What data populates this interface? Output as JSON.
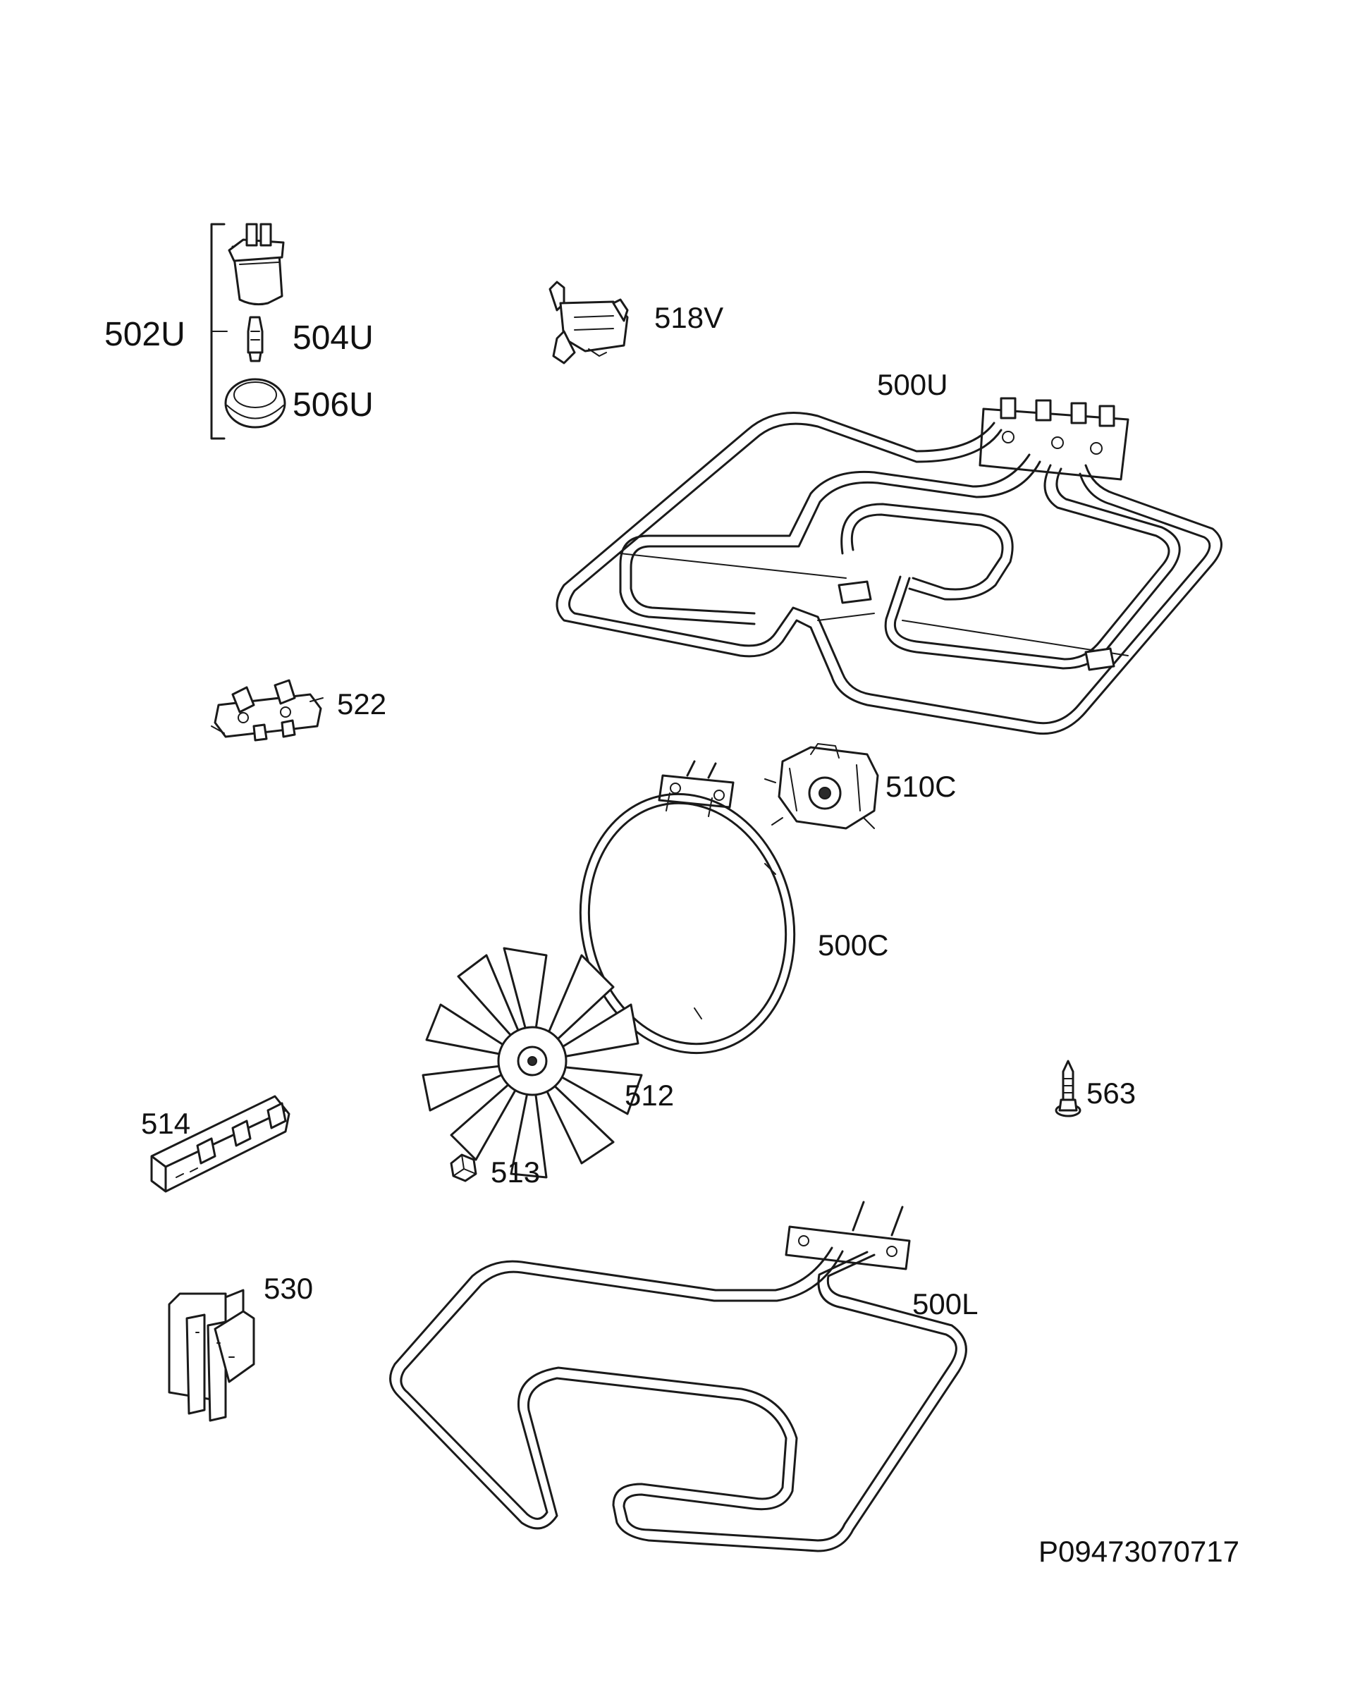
{
  "diagram": {
    "bracket_label": "502U",
    "parts": {
      "p502U": "502U",
      "p504U": "504U",
      "p506U": "506U",
      "p518V": "518V",
      "p500U": "500U",
      "p522": "522",
      "p510C": "510C",
      "p500C": "500C",
      "p512": "512",
      "p563": "563",
      "p514": "514",
      "p513": "513",
      "p530": "530",
      "p500L": "500L"
    },
    "reference_code": "P09473070717"
  },
  "colors": {
    "line": "#1a1a1a",
    "background": "#ffffff"
  }
}
